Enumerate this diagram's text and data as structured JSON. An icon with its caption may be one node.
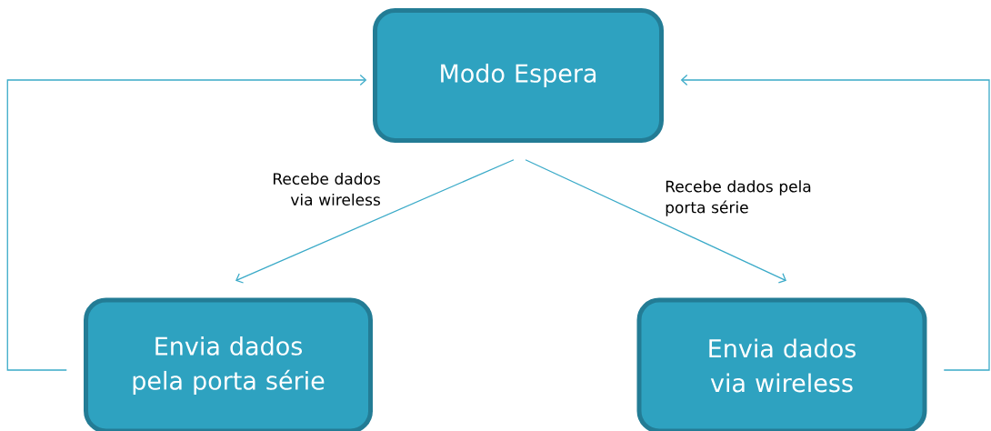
{
  "diagram": {
    "nodes": [
      {
        "text": [
          "Modo Espera"
        ]
      },
      {
        "text": [
          "Envia dados pela porta série"
        ]
      },
      {
        "text": [
          "Envia dados via wireless"
        ]
      }
    ],
    "edges": [
      {
        "from": 0,
        "to": 1,
        "arrow": "to",
        "label": "Recebe dados via wireless"
      },
      {
        "from": 0,
        "to": 2,
        "arrow": "to",
        "label": "Recebe dados pela porta série"
      },
      {
        "from": 1,
        "to": 0,
        "arrow": "to"
      },
      {
        "from": 2,
        "to": 0,
        "arrow": "to"
      }
    ]
  }
}
